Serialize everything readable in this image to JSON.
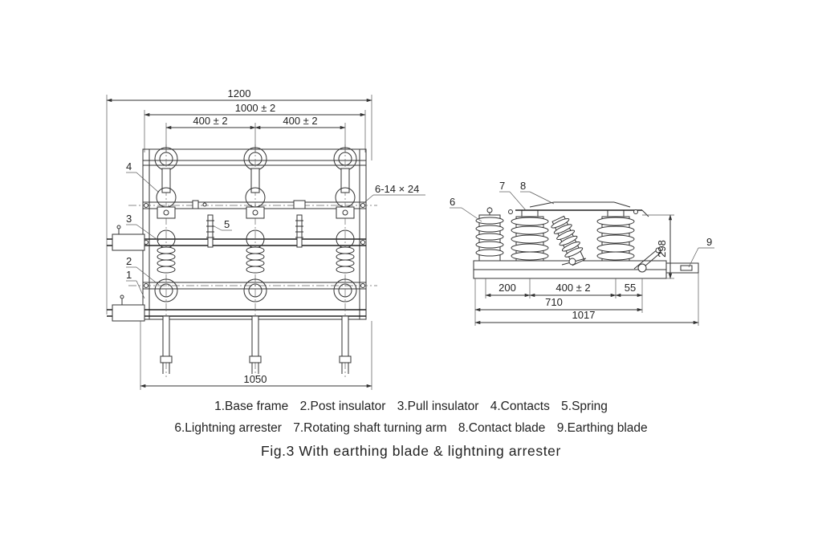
{
  "front_view": {
    "dim_overall_width": "1200",
    "dim_span": "1000 ± 2",
    "dim_pitch_left": "400 ± 2",
    "dim_pitch_right": "400 ± 2",
    "dim_mounting_holes": "6-14 × 24",
    "dim_base_length": "1050",
    "callouts": [
      "4",
      "3",
      "2",
      "1",
      "5"
    ]
  },
  "side_view": {
    "dim_left": "200",
    "dim_pitch": "400 ± 2",
    "dim_right": "55",
    "dim_710": "710",
    "dim_1017": "1017",
    "dim_height": "298",
    "callouts": [
      "6",
      "7",
      "8",
      "9"
    ]
  },
  "legend": {
    "row1": [
      "1.Base frame",
      "2.Post insulator",
      "3.Pull insulator",
      "4.Contacts",
      "5.Spring"
    ],
    "row2": [
      "6.Lightning arrester",
      "7.Rotating shaft turning arm",
      "8.Contact blade",
      "9.Earthing blade"
    ]
  },
  "caption": "Fig.3 With earthing blade & lightning arrester"
}
